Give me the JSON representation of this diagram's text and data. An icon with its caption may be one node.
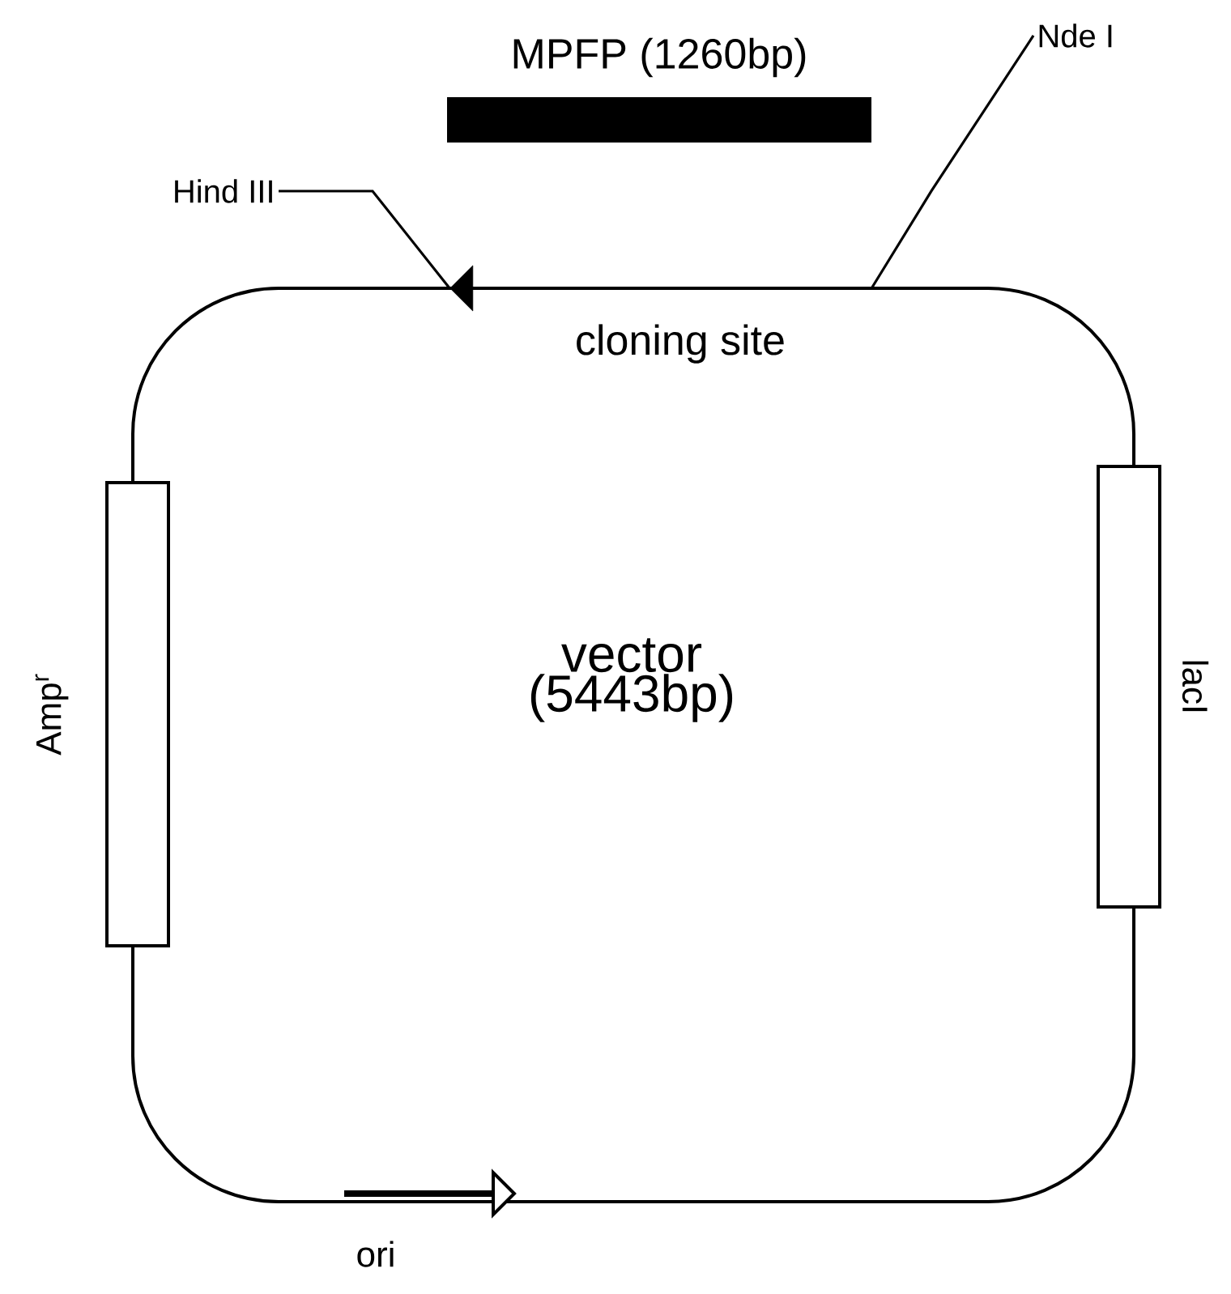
{
  "diagram": {
    "nodes": [
      {
        "text": [
          "MPFP (1260bp)"
        ]
      },
      {
        "text": [
          "Hind III"
        ]
      },
      {
        "text": [
          "Nde I"
        ]
      },
      {
        "text": [
          "cloning site"
        ]
      },
      {
        "text": [
          "Amp$^{r}$"
        ]
      },
      {
        "text": [
          "lacI"
        ]
      },
      {
        "text": [
          "ori"
        ]
      }
    ],
    "edges": [
      {
        "from": 1,
        "to": 3,
        "arrow": "none"
      },
      {
        "from": 2,
        "to": 3,
        "arrow": "none"
      }
    ],
    "labels": [
      "vector (5443bp)"
    ]
  }
}
